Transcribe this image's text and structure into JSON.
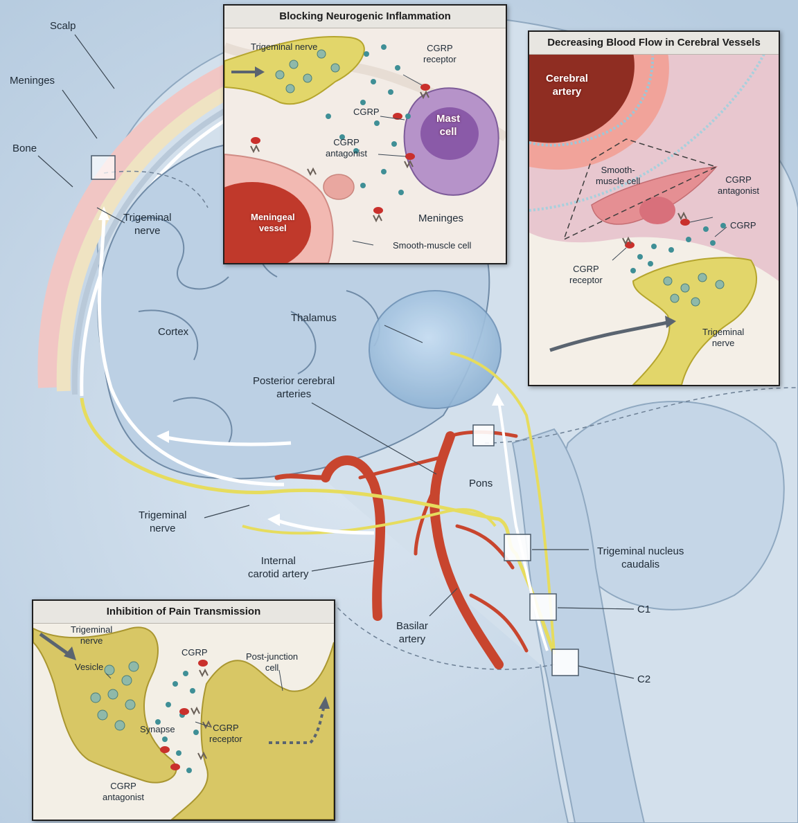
{
  "colors": {
    "background": "#c9d9ea",
    "nerve_yellow": "#e6dc5e",
    "artery_red": "#c8452e",
    "cgrp_teal": "#3f8f96",
    "antagonist_red": "#c9302c",
    "panel_border": "#1f1f1f"
  },
  "main": {
    "labels": {
      "scalp": "Scalp",
      "meninges": "Meninges",
      "bone": "Bone",
      "trigeminal_nerve_upper_line1": "Trigeminal",
      "trigeminal_nerve_upper_line2": "nerve",
      "cortex": "Cortex",
      "thalamus": "Thalamus",
      "posterior_cerebral_line1": "Posterior cerebral",
      "posterior_cerebral_line2": "arteries",
      "pons": "Pons",
      "trigeminal_nerve_lower_line1": "Trigeminal",
      "trigeminal_nerve_lower_line2": "nerve",
      "internal_carotid_line1": "Internal",
      "internal_carotid_line2": "carotid artery",
      "basilar_line1": "Basilar",
      "basilar_line2": "artery",
      "nucleus_caudalis_line1": "Trigeminal nucleus",
      "nucleus_caudalis_line2": "caudalis",
      "c1": "C1",
      "c2": "C2"
    }
  },
  "panels": {
    "neurogenic": {
      "title": "Blocking Neurogenic Inflammation",
      "labels": {
        "trigeminal_nerve": "Trigeminal nerve",
        "cgrp_receptor_line1": "CGRP",
        "cgrp_receptor_line2": "receptor",
        "cgrp": "CGRP",
        "mast_cell_line1": "Mast",
        "mast_cell_line2": "cell",
        "cgrp_antagonist_line1": "CGRP",
        "cgrp_antagonist_line2": "antagonist",
        "meningeal_vessel_line1": "Meningeal",
        "meningeal_vessel_line2": "vessel",
        "meninges": "Meninges",
        "smooth_muscle_cell": "Smooth-muscle cell"
      }
    },
    "blood_flow": {
      "title": "Decreasing Blood Flow in Cerebral Vessels",
      "labels": {
        "cerebral_artery_line1": "Cerebral",
        "cerebral_artery_line2": "artery",
        "smooth_muscle_line1": "Smooth-",
        "smooth_muscle_line2": "muscle cell",
        "cgrp_antagonist_line1": "CGRP",
        "cgrp_antagonist_line2": "antagonist",
        "cgrp": "CGRP",
        "cgrp_receptor_line1": "CGRP",
        "cgrp_receptor_line2": "receptor",
        "trigeminal_nerve_line1": "Trigeminal",
        "trigeminal_nerve_line2": "nerve"
      }
    },
    "pain": {
      "title": "Inhibition of Pain Transmission",
      "labels": {
        "trigeminal_nerve_line1": "Trigeminal",
        "trigeminal_nerve_line2": "nerve",
        "cgrp": "CGRP",
        "post_junction_line1": "Post-junction",
        "post_junction_line2": "cell",
        "vesicle": "Vesicle",
        "synapse": "Synapse",
        "cgrp_receptor_line1": "CGRP",
        "cgrp_receptor_line2": "receptor",
        "cgrp_antagonist_line1": "CGRP",
        "cgrp_antagonist_line2": "antagonist"
      }
    }
  }
}
